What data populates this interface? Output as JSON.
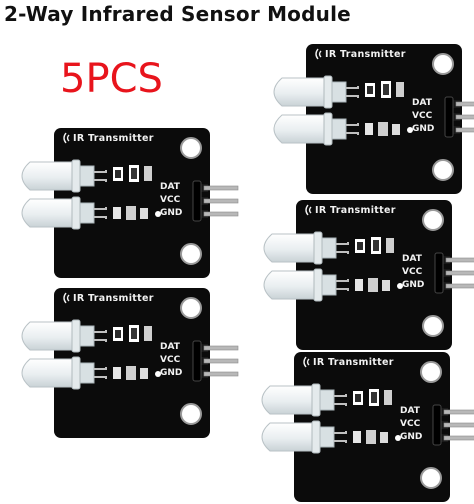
{
  "title": "2-Way Infrared Sensor Module",
  "quantity": "5PCS",
  "colors": {
    "quantity": "#e8141c",
    "board": "#0b0b0b",
    "silkscreen": "#f2f2f2",
    "pins": "#b8b8b8"
  },
  "modules": [
    {
      "title": "IR Transmitter",
      "pins": [
        "DAT",
        "VCC",
        "GND"
      ]
    },
    {
      "title": "IR Transmitter",
      "pins": [
        "DAT",
        "VCC",
        "GND"
      ]
    },
    {
      "title": "IR Transmitter",
      "pins": [
        "DAT",
        "VCC",
        "GND"
      ]
    },
    {
      "title": "IR Transmitter",
      "pins": [
        "DAT",
        "VCC",
        "GND"
      ]
    },
    {
      "title": "IR Transmitter",
      "pins": [
        "DAT",
        "VCC",
        "GND"
      ]
    }
  ]
}
